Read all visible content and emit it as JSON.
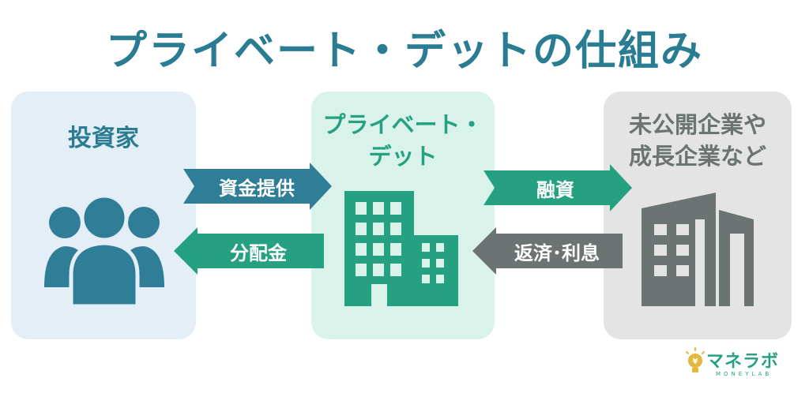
{
  "title": "プライベート・デットの仕組み",
  "panels": {
    "investor": {
      "label": "投資家"
    },
    "private_debt": {
      "line1": "プライベート・",
      "line2": "デット"
    },
    "company": {
      "line1": "未公開企業や",
      "line2": "成長企業など"
    }
  },
  "arrows": {
    "funding": "資金提供",
    "distribution": "分配金",
    "financing": "融資",
    "repayment": "返済･利息"
  },
  "logo": {
    "name": "マネラボ",
    "sub": "MONEYLAB"
  },
  "colors": {
    "title": "#2a7c92",
    "investor_blue": "#2f7d97",
    "green": "#25a182",
    "gray": "#6b7373"
  },
  "icons": {
    "investor": "people-group-icon",
    "private_debt": "office-building-icon",
    "company": "office-buildings-icon",
    "logo": "lightbulb-yen-icon"
  }
}
